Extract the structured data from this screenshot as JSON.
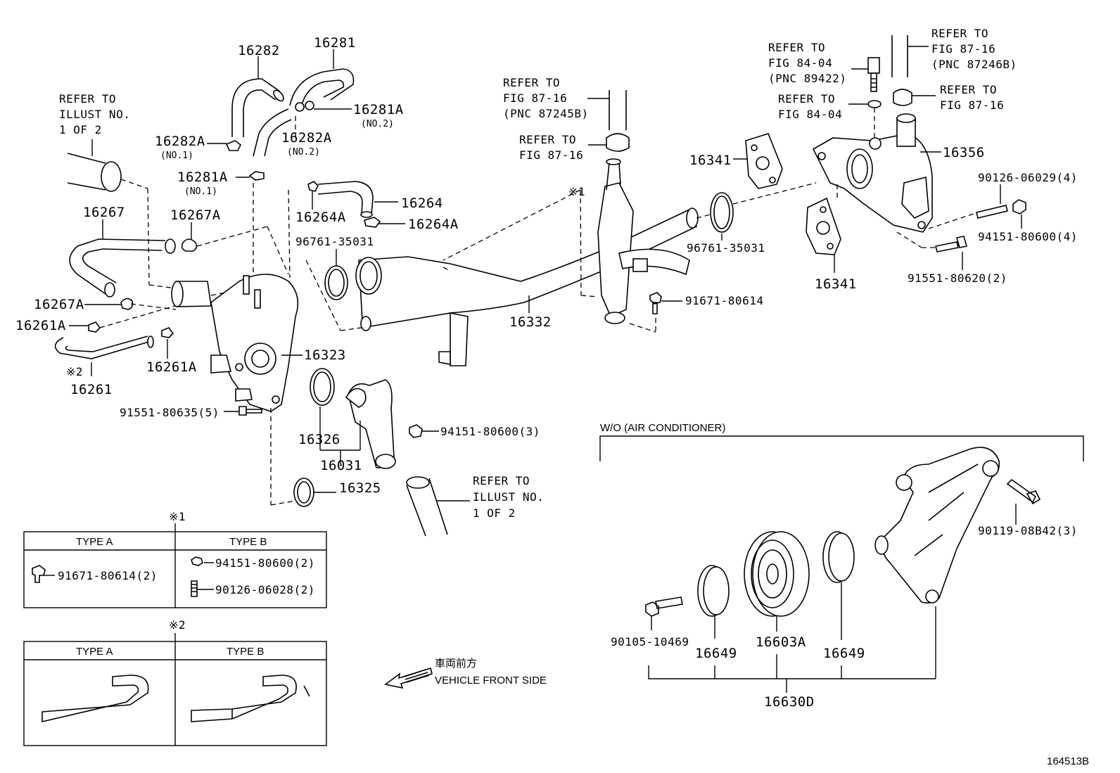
{
  "labels": {
    "p16282": "16282",
    "p16281": "16281",
    "p16281A_no2": "16281A",
    "no2_a": "(NO.2)",
    "p16282A_no2": "16282A",
    "no2_b": "(NO.2)",
    "p16282A_no1": "16282A",
    "no1_a": "(NO.1)",
    "p16281A_no1": "16281A",
    "no1_b": "(NO.1)",
    "ref_illust_top_1": "REFER TO",
    "ref_illust_top_2": "ILLUST NO.",
    "ref_illust_top_3": "1 OF 2",
    "p16267": "16267",
    "p16267A_top": "16267A",
    "p16267A_left": "16267A",
    "p16261A_left": "16261A",
    "p16261A_right": "16261A",
    "mark2": "※2",
    "p16261": "16261",
    "p91551_80635": "91551-80635(5)",
    "p16264A_top": "16264A",
    "p16264": "16264",
    "p16264A_right": "16264A",
    "p96761_left": "96761-35031",
    "p16323": "16323",
    "p16326": "16326",
    "p16031": "16031",
    "p16325": "16325",
    "p94151_3": "94151-80600(3)",
    "ref_illust_bot_1": "REFER TO",
    "ref_illust_bot_2": "ILLUST NO.",
    "ref_illust_bot_3": "1 OF 2",
    "ref_8716_pnc_1": "REFER TO",
    "ref_8716_pnc_2": "FIG 87-16",
    "ref_8716_pnc_3": "(PNC 87245B)",
    "ref_8716_b_1": "REFER TO",
    "ref_8716_b_2": "FIG 87-16",
    "mark1": "※1",
    "p16332": "16332",
    "p91671_80614": "91671-80614",
    "p96761_right": "96761-35031",
    "p16341_top": "16341",
    "p16341_bot": "16341",
    "ref_8404_pnc_1": "REFER TO",
    "ref_8404_pnc_2": "FIG 84-04",
    "ref_8404_pnc_3": "(PNC 89422)",
    "ref_8404_1": "REFER TO",
    "ref_8404_2": "FIG 84-04",
    "ref_8716_top_1": "REFER TO",
    "ref_8716_top_2": "FIG 87-16",
    "ref_8716_top_3": "(PNC 87246B)",
    "ref_8716_r_1": "REFER TO",
    "ref_8716_r_2": "FIG 87-16",
    "p16356": "16356",
    "p90126_4": "90126-06029(4)",
    "p94151_4": "94151-80600(4)",
    "p91551_80620": "91551-80620(2)",
    "wo_ac": "W/O (AIR CONDITIONER)",
    "p90119": "90119-08B42(3)",
    "p90105": "90105-10469",
    "p16649_left": "16649",
    "p16603A": "16603A",
    "p16649_right": "16649",
    "p16630D": "16630D",
    "front_jp": "車両前方",
    "front_en": "VEHICLE FRONT SIDE",
    "fig_no": "164513B"
  },
  "table1": {
    "mark": "※1",
    "col_a": "TYPE A",
    "col_b": "TYPE B",
    "a_part": "91671-80614(2)",
    "b_part1": "94151-80600(2)",
    "b_part2": "90126-06028(2)"
  },
  "table2": {
    "mark": "※2",
    "col_a": "TYPE A",
    "col_b": "TYPE B"
  }
}
